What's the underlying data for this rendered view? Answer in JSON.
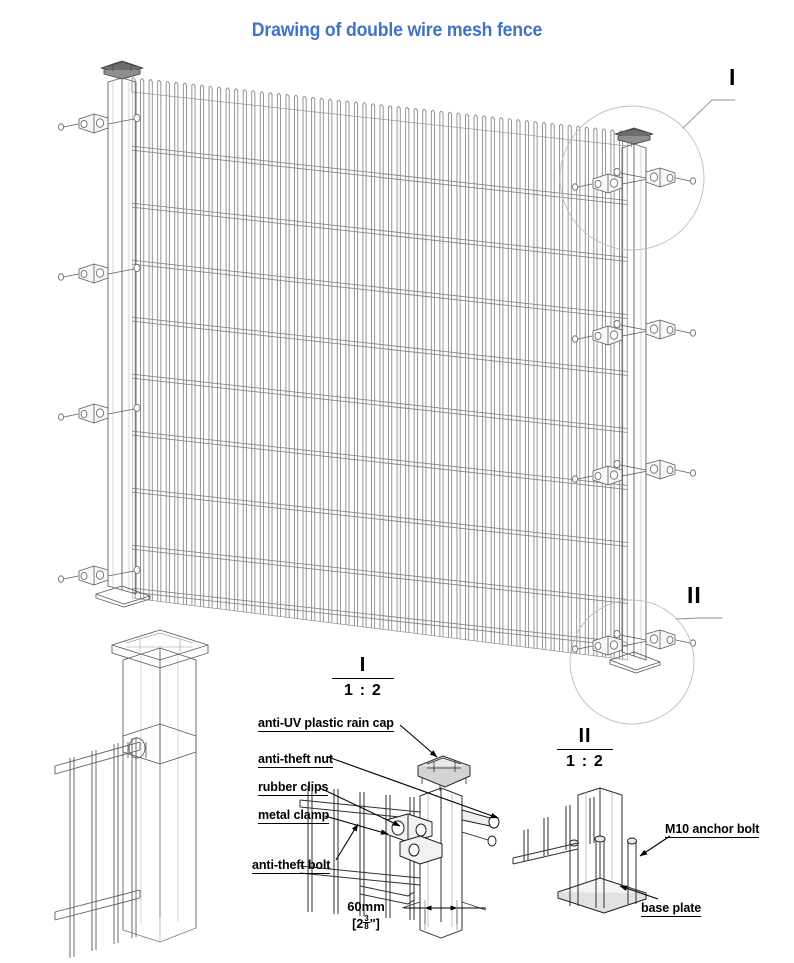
{
  "title": "Drawing of double wire mesh fence",
  "accent_color": "#4272c4",
  "line_color": "#6b6b6b",
  "text_color": "#000000",
  "markers": {
    "detail_one": "I",
    "detail_two": "II"
  },
  "scale_blocks": [
    {
      "numeral": "I",
      "ratio": "1 : 2"
    },
    {
      "numeral": "II",
      "ratio": "1 : 2"
    }
  ],
  "callouts": {
    "rain_cap": "anti-UV plastic rain cap",
    "anti_theft_nut": "anti-theft nut",
    "rubber_clips": "rubber clips",
    "metal_clamp": "metal clamp",
    "anti_theft_bolt": "anti-theft bolt",
    "anchor_bolt": "M10 anchor bolt",
    "base_plate": "base plate"
  },
  "dimensions": {
    "post_width_mm": "60mm",
    "post_width_in_whole": "2",
    "post_width_in_num": "3",
    "post_width_in_den": "8",
    "post_width_in_bracket_open": "[",
    "post_width_in_bracket_close": "\"]"
  }
}
